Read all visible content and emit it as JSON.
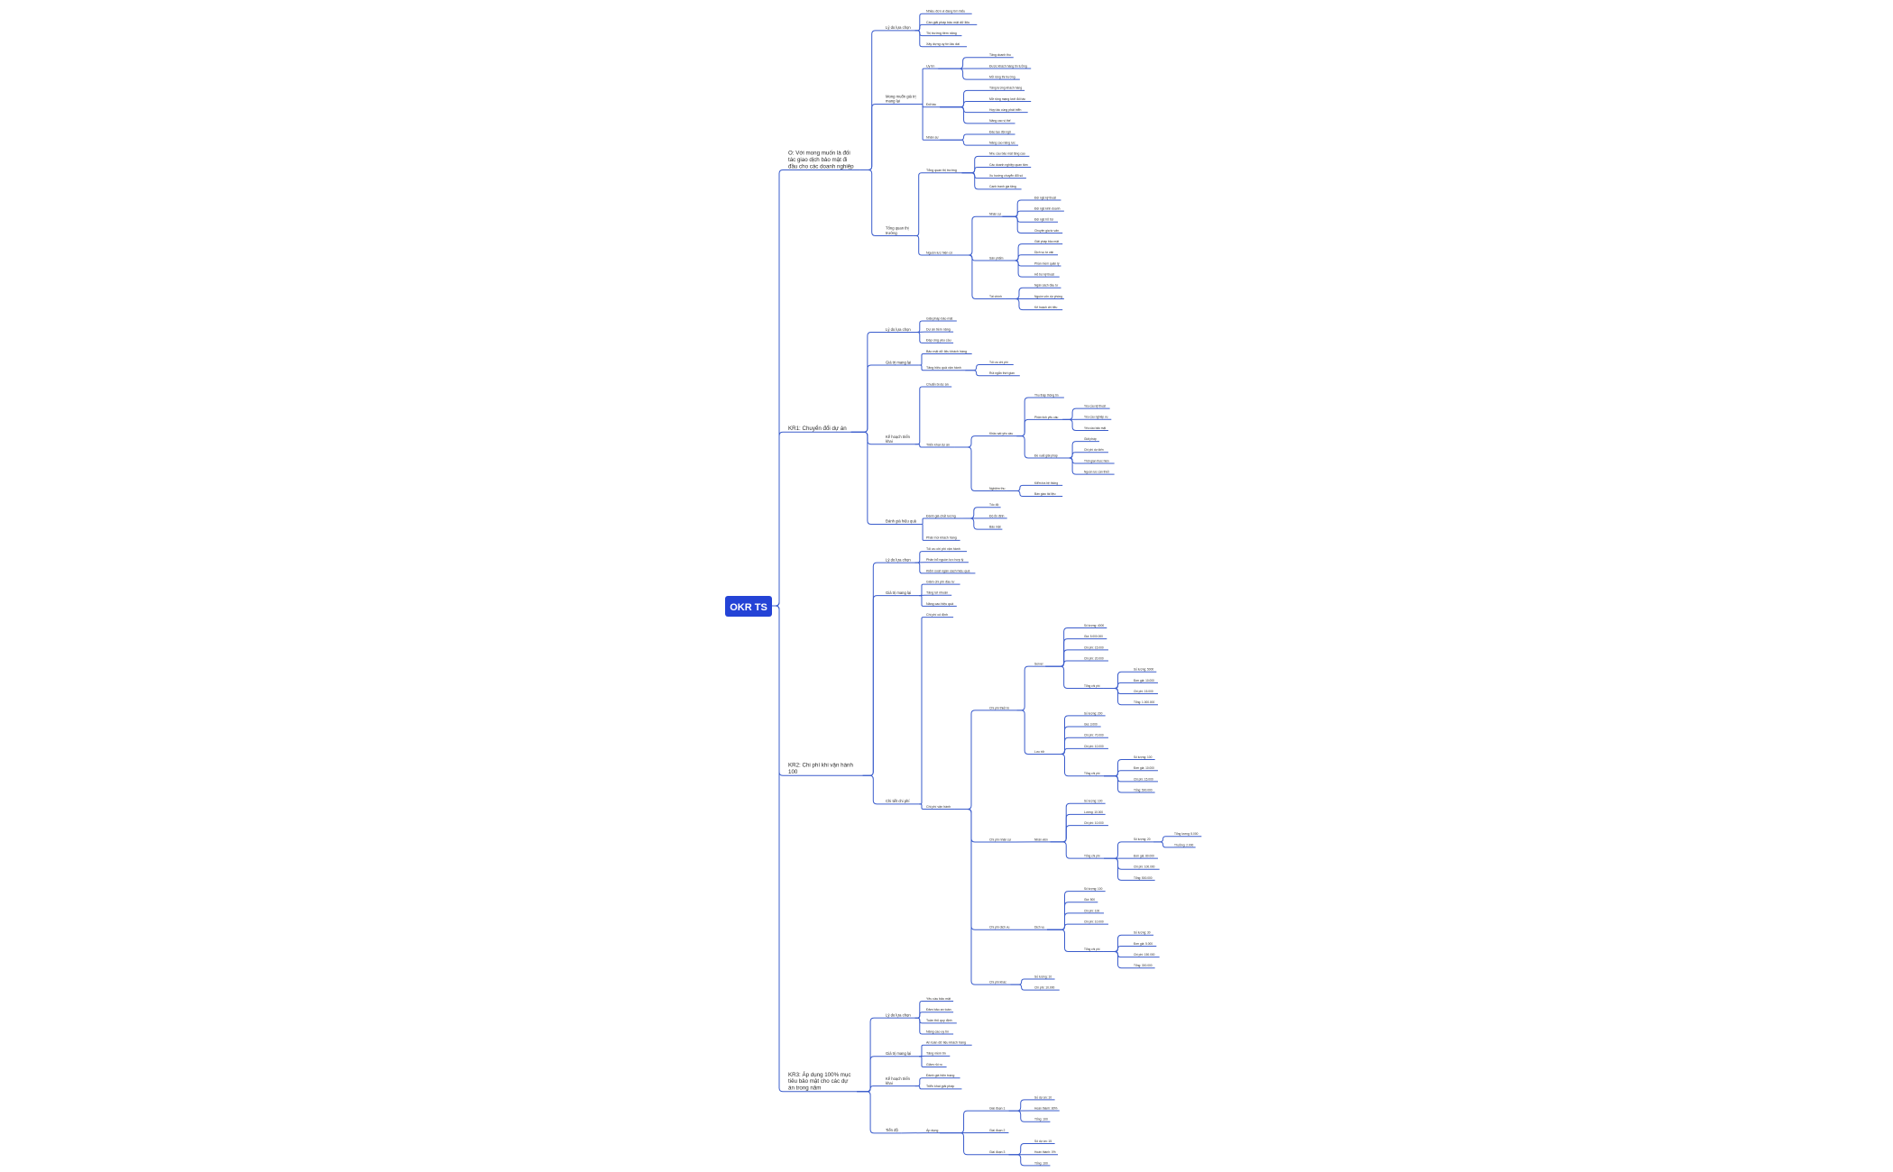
{
  "root": "OKR TS",
  "branches": [
    {
      "text": "O: Với mong muốn là đối tác giao dịch bảo mật đi đầu cho các doanh nghiệp",
      "children": [
        {
          "text": "Lý do lựa chọn",
          "children": [
            {
              "text": "Nhiều đơn vị đang tìm hiểu"
            },
            {
              "text": "Cần giải pháp bảo mật dữ liệu"
            },
            {
              "text": "Thị trường tiềm năng"
            },
            {
              "text": "Xây dựng uy tín lâu dài"
            }
          ]
        },
        {
          "text": "Mong muốn giá trị mang lại",
          "children": [
            {
              "text": "Uy tín",
              "children": [
                {
                  "text": "Tăng doanh thu"
                },
                {
                  "text": "Được khách hàng tin tưởng"
                },
                {
                  "text": "Mở rộng thị trường"
                }
              ]
            },
            {
              "text": "Đối tác",
              "children": [
                {
                  "text": "Tăng lượng khách hàng"
                },
                {
                  "text": "Mở rộng mạng lưới đối tác"
                },
                {
                  "text": "Hợp tác cùng phát triển"
                },
                {
                  "text": "Nâng cao vị thế"
                }
              ]
            },
            {
              "text": "Nhân sự",
              "children": [
                {
                  "text": "Đào tạo đội ngũ"
                },
                {
                  "text": "Nâng cao năng lực"
                }
              ]
            }
          ]
        },
        {
          "text": "Tổng quan thị trường",
          "children": [
            {
              "text": "Tổng quan thị trường",
              "children": [
                {
                  "text": "Nhu cầu bảo mật tăng cao"
                },
                {
                  "text": "Các doanh nghiệp quan tâm"
                },
                {
                  "text": "Xu hướng chuyển đổi số"
                },
                {
                  "text": "Cạnh tranh gia tăng"
                }
              ]
            },
            {
              "text": "Nguồn lực hiện có",
              "children": [
                {
                  "text": "Nhân sự",
                  "children": [
                    {
                      "text": "Đội ngũ kỹ thuật"
                    },
                    {
                      "text": "Đội ngũ kinh doanh"
                    },
                    {
                      "text": "Đội ngũ hỗ trợ"
                    },
                    {
                      "text": "Chuyên gia tư vấn"
                    }
                  ]
                },
                {
                  "text": "Sản phẩm",
                  "children": [
                    {
                      "text": "Giải pháp bảo mật"
                    },
                    {
                      "text": "Dịch vụ tư vấn"
                    },
                    {
                      "text": "Phần mềm quản lý"
                    },
                    {
                      "text": "Hỗ trợ kỹ thuật"
                    }
                  ]
                },
                {
                  "text": "Tài chính",
                  "children": [
                    {
                      "text": "Ngân sách đầu tư"
                    },
                    {
                      "text": "Nguồn vốn dự phòng"
                    },
                    {
                      "text": "Kế hoạch chi tiêu"
                    }
                  ]
                }
              ]
            }
          ]
        }
      ]
    },
    {
      "text": "KR1: Chuyển đổi dự án",
      "children": [
        {
          "text": "Lý do lựa chọn",
          "children": [
            {
              "text": "Giải pháp bảo mật"
            },
            {
              "text": "Dự án tiềm năng"
            },
            {
              "text": "Đáp ứng yêu cầu"
            }
          ]
        },
        {
          "text": "Giá trị mang lại",
          "children": [
            {
              "text": "Bảo mật dữ liệu khách hàng"
            },
            {
              "text": "Tăng hiệu quả vận hành",
              "children": [
                {
                  "text": "Tối ưu chi phí"
                },
                {
                  "text": "Rút ngắn thời gian"
                }
              ]
            }
          ]
        },
        {
          "text": "Kế hoạch triển khai",
          "children": [
            {
              "text": "Chuẩn bị dự án"
            },
            {
              "text": "Triển khai dự án",
              "children": [
                {
                  "text": "Khảo sát yêu cầu",
                  "children": [
                    {
                      "text": "Thu thập thông tin"
                    },
                    {
                      "text": "Phân tích yêu cầu",
                      "children": [
                        {
                          "text": "Yêu cầu kỹ thuật"
                        },
                        {
                          "text": "Yêu cầu nghiệp vụ"
                        },
                        {
                          "text": "Yêu cầu bảo mật"
                        }
                      ]
                    },
                    {
                      "text": "Đề xuất giải pháp",
                      "children": [
                        {
                          "text": "Giải pháp"
                        },
                        {
                          "text": "Chi phí dự kiến"
                        },
                        {
                          "text": "Thời gian thực hiện"
                        },
                        {
                          "text": "Nguồn lực cần thiết"
                        }
                      ]
                    }
                  ]
                },
                {
                  "text": "Nghiệm thu",
                  "children": [
                    {
                      "text": "Kiểm tra hệ thống"
                    },
                    {
                      "text": "Bàn giao tài liệu"
                    }
                  ]
                }
              ]
            }
          ]
        },
        {
          "text": "Đánh giá hiệu quả",
          "children": [
            {
              "text": "Đánh giá chất lượng",
              "children": [
                {
                  "text": "Tốc độ"
                },
                {
                  "text": "Độ ổn định"
                },
                {
                  "text": "Bảo mật"
                }
              ]
            },
            {
              "text": "Phản hồi khách hàng"
            }
          ]
        }
      ]
    },
    {
      "text": "KR2: Chi phí khi vận hành 100",
      "children": [
        {
          "text": "Lý do lựa chọn",
          "children": [
            {
              "text": "Tối ưu chi phí vận hành"
            },
            {
              "text": "Phân bổ nguồn lực hợp lý"
            },
            {
              "text": "Kiểm soát ngân sách hiệu quả"
            }
          ]
        },
        {
          "text": "Giá trị mang lại",
          "children": [
            {
              "text": "Giảm chi phí đầu tư"
            },
            {
              "text": "Tăng lợi nhuận"
            },
            {
              "text": "Nâng cao hiệu quả"
            }
          ]
        },
        {
          "text": "Chi tiết chi phí",
          "children": [
            {
              "text": "Chi phí cố định"
            },
            {
              "text": "Chi phí vận hành",
              "children": [
                {
                  "text": "Chi phí thiết bị",
                  "children": [
                    {
                      "text": "Server",
                      "children": [
                        {
                          "text": "Số lượng: 4000"
                        },
                        {
                          "text": "Giá: 5.000.000"
                        },
                        {
                          "text": "Chi phí: 15.000"
                        },
                        {
                          "text": "Chi phí: 20.000"
                        },
                        {
                          "text": "Tổng chi phí",
                          "children": [
                            {
                              "text": "Số lượng: 5000"
                            },
                            {
                              "text": "Đơn giá: 10.000"
                            },
                            {
                              "text": "Chi phí: 15.000"
                            },
                            {
                              "text": "Tổng: 1.000.000"
                            }
                          ]
                        }
                      ]
                    },
                    {
                      "text": "Lưu trữ",
                      "children": [
                        {
                          "text": "Số lượng: 200"
                        },
                        {
                          "text": "Giá: 3.000"
                        },
                        {
                          "text": "Chi phí: 70.000"
                        },
                        {
                          "text": "Chi phí: 10.000"
                        },
                        {
                          "text": "Tổng chi phí",
                          "children": [
                            {
                              "text": "Số lượng: 100"
                            },
                            {
                              "text": "Đơn giá: 10.000"
                            },
                            {
                              "text": "Chi phí: 15.000"
                            },
                            {
                              "text": "Tổng: 500.000"
                            }
                          ]
                        }
                      ]
                    }
                  ]
                },
                {
                  "text": "Chi phí nhân sự",
                  "children": [
                    {
                      "text": "Nhân viên",
                      "children": [
                        {
                          "text": "Số lượng: 100"
                        },
                        {
                          "text": "Lương: 10.000"
                        },
                        {
                          "text": "Chi phí: 10.000"
                        },
                        {
                          "text": "Tổng chi phí",
                          "children": [
                            {
                              "text": "Số lượng: 20",
                              "children": [
                                {
                                  "text": "Tổng lương: 5.000"
                                },
                                {
                                  "text": "Thưởng: 2.000"
                                }
                              ]
                            },
                            {
                              "text": "Đơn giá: 80.000"
                            },
                            {
                              "text": "Chi phí: 100.000"
                            },
                            {
                              "text": "Tổng: 500.000"
                            }
                          ]
                        }
                      ]
                    }
                  ]
                },
                {
                  "text": "Chi phí dịch vụ",
                  "children": [
                    {
                      "text": "Dịch vụ",
                      "children": [
                        {
                          "text": "Số lượng: 100"
                        },
                        {
                          "text": "Giá: 500"
                        },
                        {
                          "text": "Chi phí: 100"
                        },
                        {
                          "text": "Chi phí: 10.000"
                        },
                        {
                          "text": "Tổng chi phí",
                          "children": [
                            {
                              "text": "Số lượng: 30"
                            },
                            {
                              "text": "Đơn giá: 5.000"
                            },
                            {
                              "text": "Chi phí: 150.000"
                            },
                            {
                              "text": "Tổng: 300.000"
                            }
                          ]
                        }
                      ]
                    }
                  ]
                },
                {
                  "text": "Chi phí khác",
                  "children": [
                    {
                      "text": "Số lượng: 10"
                    },
                    {
                      "text": "Chi phí: 10.000"
                    }
                  ]
                }
              ]
            }
          ]
        }
      ]
    },
    {
      "text": "KR3: Áp dụng 100% mục tiêu bảo mật cho các dự án trong năm",
      "children": [
        {
          "text": "Lý do lựa chọn",
          "children": [
            {
              "text": "Yêu cầu bảo mật"
            },
            {
              "text": "Đảm bảo an toàn"
            },
            {
              "text": "Tuân thủ quy định"
            },
            {
              "text": "Nâng cao uy tín"
            }
          ]
        },
        {
          "text": "Giá trị mang lại",
          "children": [
            {
              "text": "An toàn dữ liệu khách hàng"
            },
            {
              "text": "Tăng niềm tin"
            },
            {
              "text": "Giảm rủi ro"
            }
          ]
        },
        {
          "text": "Kế hoạch triển khai",
          "children": [
            {
              "text": "Đánh giá hiện trạng"
            },
            {
              "text": "Triển khai giải pháp"
            }
          ]
        },
        {
          "text": "Tiến độ",
          "children": [
            {
              "text": "Áp dụng",
              "children": [
                {
                  "text": "Giai đoạn 1",
                  "children": [
                    {
                      "text": "Số dự án: 10"
                    },
                    {
                      "text": "Hoàn thành: 80%"
                    },
                    {
                      "text": "Tổng: 100"
                    }
                  ]
                },
                {
                  "text": "Giai đoạn 2"
                },
                {
                  "text": "Giai đoạn 3",
                  "children": [
                    {
                      "text": "Số dự án: 15"
                    },
                    {
                      "text": "Hoàn thành: 0%"
                    },
                    {
                      "text": "Tổng: 100"
                    }
                  ]
                }
              ]
            }
          ]
        }
      ]
    }
  ]
}
